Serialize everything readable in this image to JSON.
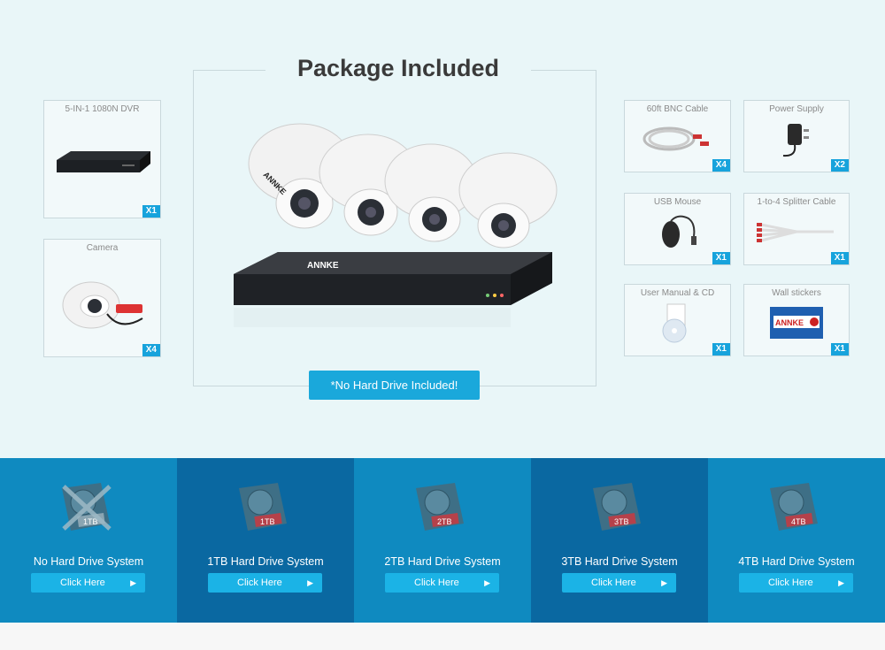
{
  "package": {
    "title": "Package Included",
    "no_hdd_note": "*No Hard Drive Included!"
  },
  "items": [
    {
      "label": "5-IN-1 1080N DVR",
      "qty": "X1",
      "icon": "dvr-icon"
    },
    {
      "label": "Camera",
      "qty": "X4",
      "icon": "dome-camera-icon"
    },
    {
      "label": "60ft BNC Cable",
      "qty": "X4",
      "icon": "cable-icon"
    },
    {
      "label": "Power Supply",
      "qty": "X2",
      "icon": "power-adapter-icon"
    },
    {
      "label": "USB Mouse",
      "qty": "X1",
      "icon": "mouse-icon"
    },
    {
      "label": "1-to-4 Splitter Cable",
      "qty": "X1",
      "icon": "splitter-icon"
    },
    {
      "label": "User Manual & CD",
      "qty": "X1",
      "icon": "manual-cd-icon"
    },
    {
      "label": "Wall stickers",
      "qty": "X1",
      "icon": "sticker-icon"
    }
  ],
  "main_image": {
    "brand": "ANNKE",
    "sticker_brand": "ANNKE"
  },
  "options": [
    {
      "title": "No Hard Drive System",
      "button": "Click Here",
      "capacity": "1TB",
      "crossed": true
    },
    {
      "title": "1TB Hard Drive System",
      "button": "Click Here",
      "capacity": "1TB",
      "crossed": false
    },
    {
      "title": "2TB Hard Drive System",
      "button": "Click Here",
      "capacity": "2TB",
      "crossed": false
    },
    {
      "title": "3TB Hard Drive System",
      "button": "Click Here",
      "capacity": "3TB",
      "crossed": false
    },
    {
      "title": "4TB Hard Drive System",
      "button": "Click Here",
      "capacity": "4TB",
      "crossed": false
    }
  ],
  "colors": {
    "accent": "#1aa8db",
    "panel_light": "#0f8ac0",
    "panel_dark": "#0a68a1"
  }
}
